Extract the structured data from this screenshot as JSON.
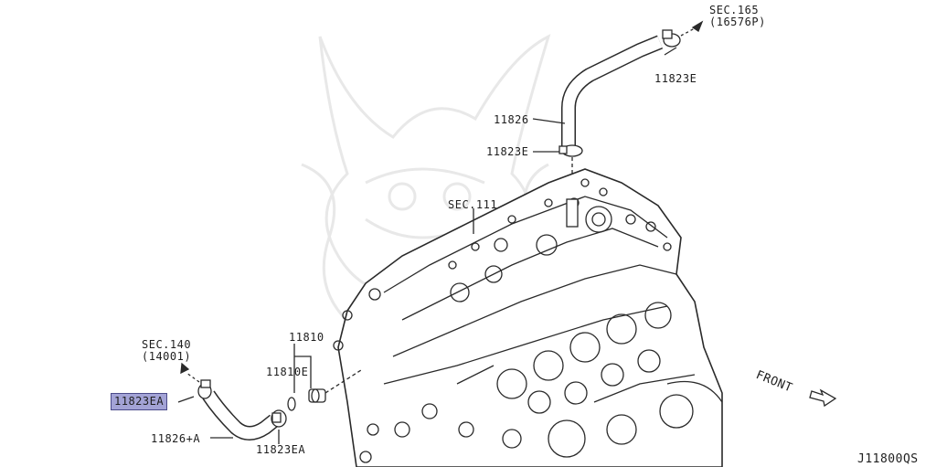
{
  "diagram_code": "J11800QS",
  "labels": {
    "sec165": "SEC.165",
    "sec165_ref": "(16576P)",
    "p11823E_top": "11823E",
    "p11826": "11826",
    "p11823E_mid": "11823E",
    "sec111": "SEC.111",
    "p11810": "11810",
    "p11810E": "11810E",
    "sec140": "SEC.140",
    "sec140_ref": "(14001)",
    "p11823EA_highlight": "11823EA",
    "p11826A": "11826+A",
    "p11823EA_bottom": "11823EA",
    "front": "FRONT"
  },
  "colors": {
    "line": "#2a2a2a",
    "highlight_fill": "#a3a3d6",
    "highlight_border": "#4b4b8a",
    "watermark": "#e6e6e6"
  }
}
